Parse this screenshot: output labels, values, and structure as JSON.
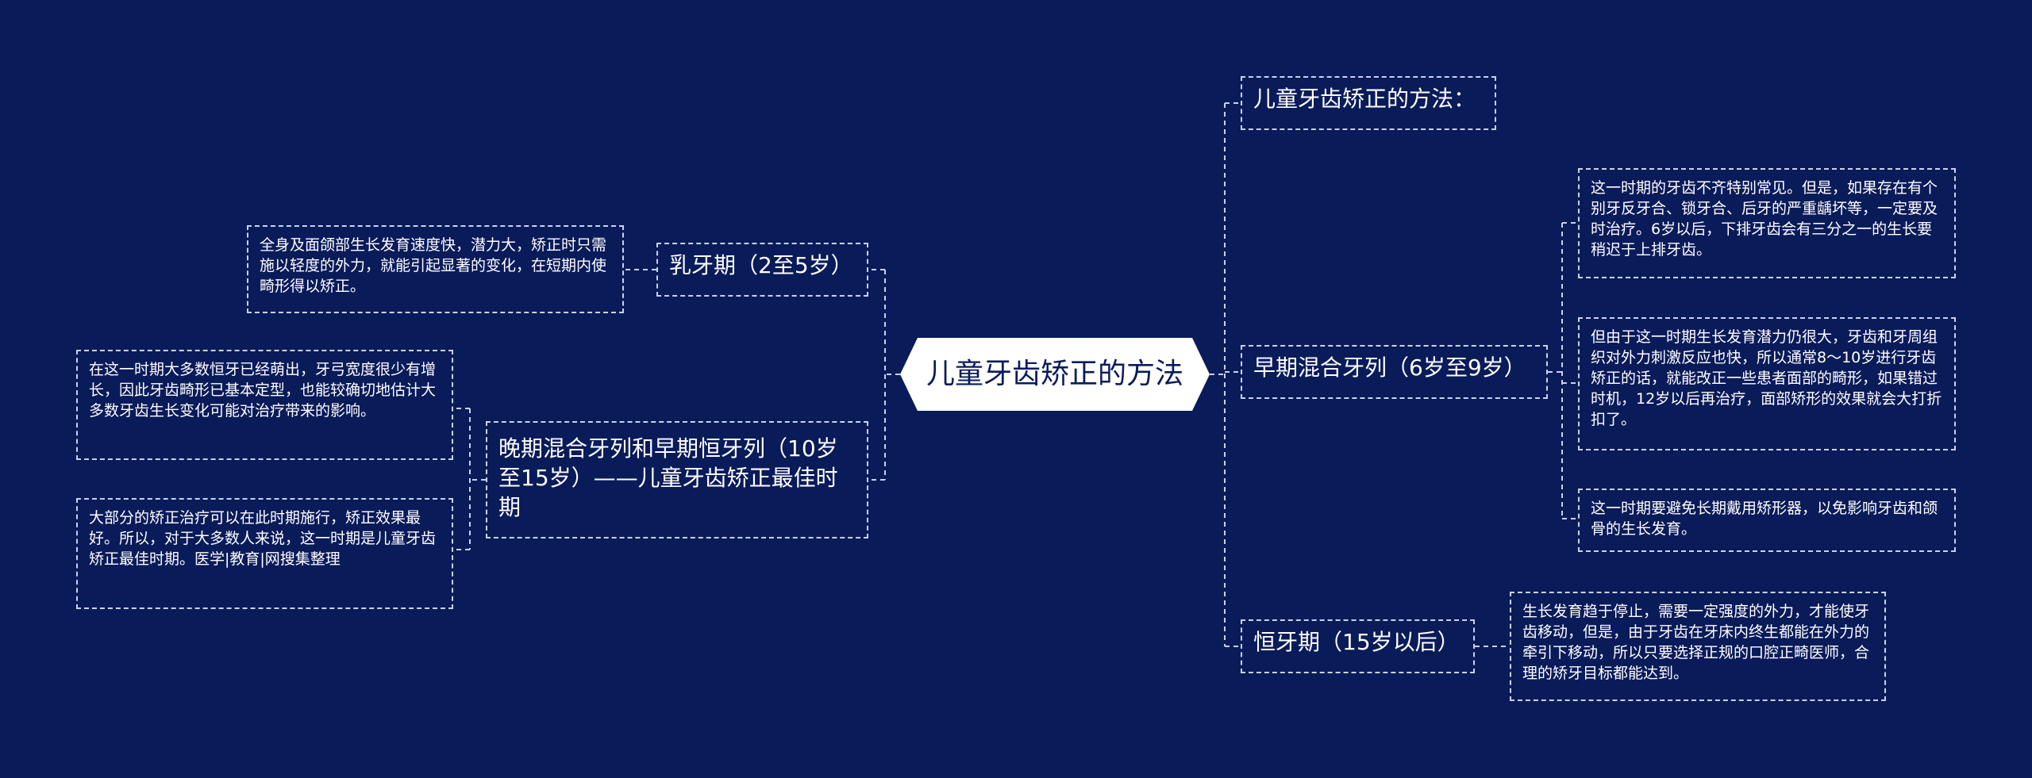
{
  "root": {
    "title": "儿童牙齿矫正的方法"
  },
  "right": {
    "heading": {
      "label": "儿童牙齿矫正的方法："
    },
    "early_mixed": {
      "label": "早期混合牙列（6岁至9岁）",
      "notes": [
        "这一时期的牙齿不齐特别常见。但是，如果存在有个别牙反牙合、锁牙合、后牙的严重龋坏等，一定要及时治疗。6岁以后，下排牙齿会有三分之一的生长要稍迟于上排牙齿。",
        "但由于这一时期生长发育潜力仍很大，牙齿和牙周组织对外力刺激反应也快，所以通常8～10岁进行牙齿矫正的话，就能改正一些患者面部的畸形，如果错过时机，12岁以后再治疗，面部矫形的效果就会大打折扣了。",
        "这一时期要避免长期戴用矫形器，以免影响牙齿和颌骨的生长发育。"
      ]
    },
    "permanent": {
      "label": "恒牙期（15岁以后）",
      "note": "生长发育趋于停止，需要一定强度的外力，才能使牙齿移动，但是，由于牙齿在牙床内终生都能在外力的牵引下移动，所以只要选择正规的口腔正畸医师，合理的矫牙目标都能达到。"
    }
  },
  "left": {
    "deciduous": {
      "label": "乳牙期（2至5岁）",
      "note": "全身及面颌部生长发育速度快，潜力大，矫正时只需施以轻度的外力，就能引起显著的变化，在短期内使畸形得以矫正。"
    },
    "late_mixed": {
      "label": "晚期混合牙列和早期恒牙列（10岁至15岁）——儿童牙齿矫正最佳时期",
      "notes": [
        "在这一时期大多数恒牙已经萌出，牙弓宽度很少有增长，因此牙齿畸形已基本定型，也能较确切地估计大多数牙齿生长变化可能对治疗带来的影响。",
        "大部分的矫正治疗可以在此时期施行，矫正效果最好。所以，对于大多数人来说，这一时期是儿童牙齿矫正最佳时期。医学|教育|网搜集整理"
      ]
    }
  },
  "colors": {
    "background": "#0a1b5a",
    "line": "#c9d2ea",
    "center_fill": "#ffffff"
  }
}
